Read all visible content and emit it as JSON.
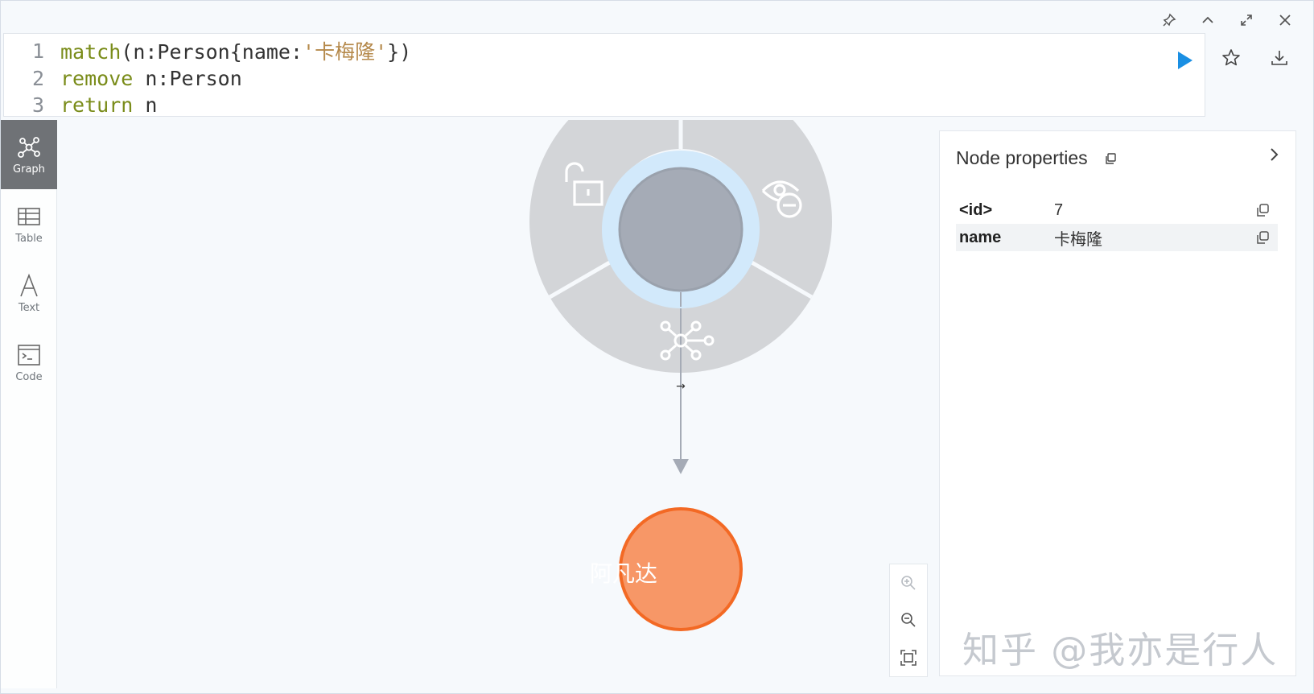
{
  "editor": {
    "lines": [
      {
        "num": "1",
        "kw": "match",
        "rest_a": "(n:Person{name:",
        "str": "'卡梅隆'",
        "rest_b": "})"
      },
      {
        "num": "2",
        "kw": "remove",
        "rest": " n:Person"
      },
      {
        "num": "3",
        "kw": "return",
        "rest": " n"
      }
    ]
  },
  "window_controls": [
    "pin-icon",
    "collapse-up-icon",
    "expand-icon",
    "close-icon"
  ],
  "editor_actions": [
    "play-icon",
    "star-icon",
    "download-icon"
  ],
  "sidebar": {
    "items": [
      {
        "label": "Graph",
        "icon": "graph-icon"
      },
      {
        "label": "Table",
        "icon": "table-icon"
      },
      {
        "label": "Text",
        "icon": "text-icon"
      },
      {
        "label": "Code",
        "icon": "code-icon"
      }
    ]
  },
  "graph": {
    "relationship_label": "→",
    "target_node": "阿凡达",
    "ring_actions": [
      "unlock-icon",
      "hide-icon",
      "expand-relationships-icon"
    ]
  },
  "panel": {
    "title": "Node properties",
    "properties": [
      {
        "key": "<id>",
        "value": "7"
      },
      {
        "key": "name",
        "value": "卡梅隆"
      }
    ]
  },
  "zoom": [
    "zoom-in-icon",
    "zoom-out-icon",
    "fit-icon"
  ],
  "watermark": "知乎 @我亦是行人",
  "colors": {
    "accent": "#1a8fe3",
    "node_target": "#f79767",
    "node_target_border": "#f36924",
    "node_selected": "#a5abb6",
    "ring": "#d3d5d8",
    "ring_highlight": "#d2e9fb"
  }
}
